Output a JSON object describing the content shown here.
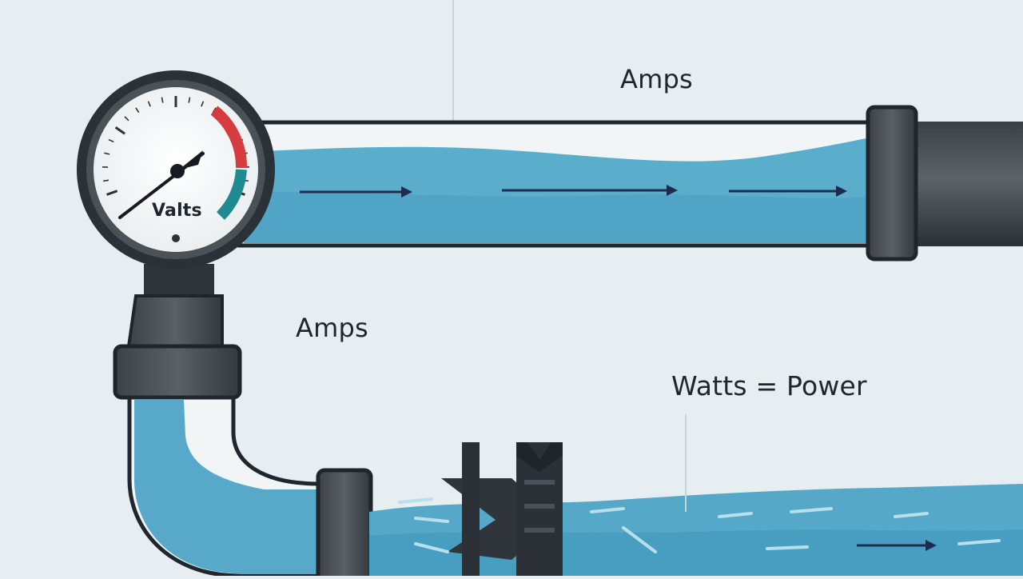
{
  "diagram": {
    "labels": {
      "amps_top": "Amps",
      "amps_middle": "Amps",
      "gauge_unit": "Valts",
      "equation": "Watts = Power"
    },
    "colors": {
      "background": "#e6eef1",
      "water": "#4fa9c9",
      "water_light": "#8ccbe0",
      "pipe_dark": "#2c3239",
      "pipe_mid": "#555b60",
      "arrow": "#1f2b4d",
      "gauge_red": "#d63b3f",
      "gauge_teal": "#1f8a8f"
    },
    "icons": [
      "pressure-gauge-icon",
      "water-wheel-icon",
      "flow-arrow-icon"
    ]
  }
}
